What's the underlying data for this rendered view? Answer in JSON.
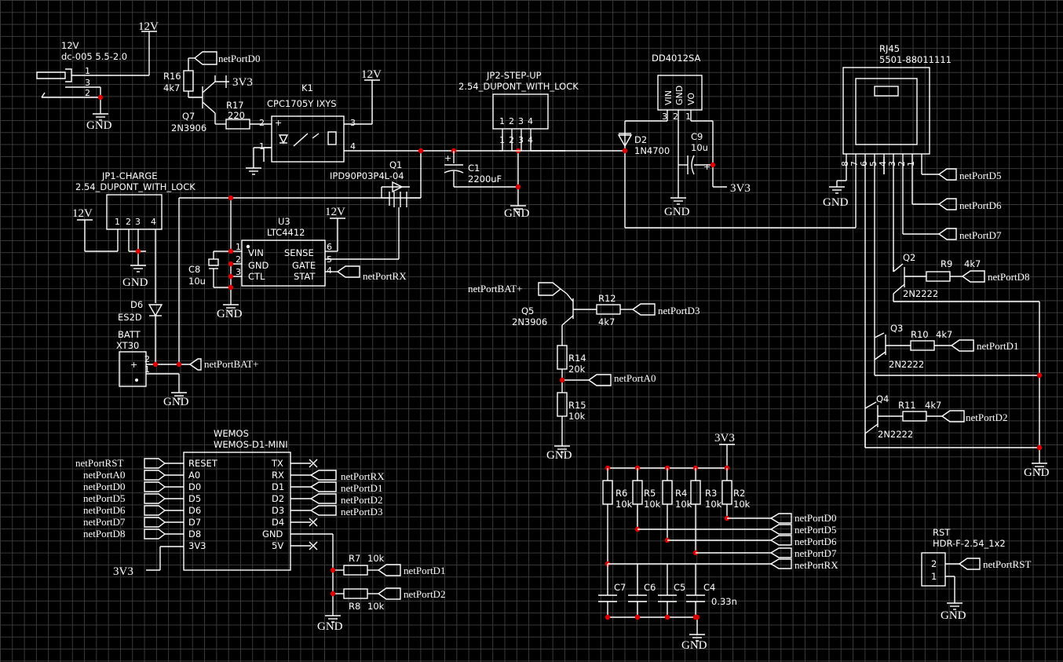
{
  "labels": {
    "p12v_a": "12V",
    "dc_title": "12V",
    "dc_part": "dc-005 5.5-2.0",
    "p12v_b": "12V",
    "k1": "K1",
    "k1_part": "CPC1705Y IXYS",
    "jp2": "JP2-STEP-UP",
    "jp2_part": "2.54_DUPONT_WITH_LOCK",
    "dd": "DD4012SA",
    "rj45": "RJ45",
    "rj45_part": "5501-88011111",
    "r16": "R16",
    "r16v": "4k7",
    "q7": "Q7",
    "q7p": "2N3906",
    "r17": "R17",
    "r17v": "220",
    "p3v3_a": "3V3",
    "q1": "Q1",
    "q1p": "IPD90P03P4L-04",
    "c1": "C1",
    "c1v": "2200uF",
    "d2": "D2",
    "d2p": "1N4700",
    "c9": "C9",
    "c9v": "10u",
    "p3v3_b": "3V3",
    "jp1": "JP1-CHARGE",
    "jp1_part": "2.54_DUPONT_WITH_LOCK",
    "p12v_c": "12V",
    "p12v_d": "12V",
    "u3": "U3",
    "u3p": "LTC4412",
    "c8": "C8",
    "c8v": "10u",
    "d6": "D6",
    "d6p": "ES2D",
    "batt": "BATT",
    "battp": "XT30",
    "q2": "Q2",
    "q2p": "2N2222",
    "r9": "R9",
    "r9v": "4k7",
    "q3": "Q3",
    "q3p": "2N2222",
    "r10": "R10",
    "r10v": "4k7",
    "q4": "Q4",
    "q4p": "2N2222",
    "r11": "R11",
    "r11v": "4k7",
    "q5": "Q5",
    "q5p": "2N3906",
    "r12": "R12",
    "r12v": "4k7",
    "r14": "R14",
    "r14v": "20k",
    "r15": "R15",
    "r15v": "10k",
    "wemos": "WEMOS",
    "wemosp": "WEMOS-D1-MINI",
    "p3v3_c": "3V3",
    "r7": "R7",
    "r7v": "10k",
    "r8": "R8",
    "r8v": "10k",
    "p3v3_d": "3V3",
    "r6": "R6",
    "r6v": "10k",
    "r5": "R5",
    "r5v": "10k",
    "r4": "R4",
    "r4v": "10k",
    "r3": "R3",
    "r3v": "10k",
    "r2": "R2",
    "r2v": "10k",
    "c7": "C7",
    "c6": "C6",
    "c5": "C5",
    "c4": "C4",
    "c4v": "0.33n",
    "rst": "RST",
    "rstp": "HDR-F-2.54_1x2",
    "gnd": "GND"
  },
  "pins": {
    "vin": "VIN",
    "gnd": "GND",
    "ctl": "CTL",
    "sense": "SENSE",
    "gate": "GATE",
    "stat": "STAT",
    "vo": "VO",
    "reset": "RESET",
    "a0": "A0",
    "d0": "D0",
    "d5": "D5",
    "d6": "D6",
    "d7": "D7",
    "d8": "D8",
    "v33": "3V3",
    "tx": "TX",
    "rx": "RX",
    "d1": "D1",
    "d2": "D2",
    "d3": "D3",
    "d4": "D4",
    "v5": "5V",
    "plus": "+",
    "n1": "1",
    "n2": "2",
    "n3": "3",
    "n4": "4",
    "n5": "5",
    "n6": "6",
    "n7": "7",
    "n8": "8"
  },
  "nets": {
    "D0": "netPortD0",
    "D1": "netPortD1",
    "D2": "netPortD2",
    "D3": "netPortD3",
    "D5": "netPortD5",
    "D6": "netPortD6",
    "D7": "netPortD7",
    "D8": "netPortD8",
    "RX": "netPortRX",
    "RST": "netPortRST",
    "A0": "netPortA0",
    "BAT": "netPortBAT+"
  },
  "colors": {
    "background": "#000000",
    "grid": "#3a3a3a",
    "wire": "#ffffff",
    "junction": "#e00000"
  }
}
